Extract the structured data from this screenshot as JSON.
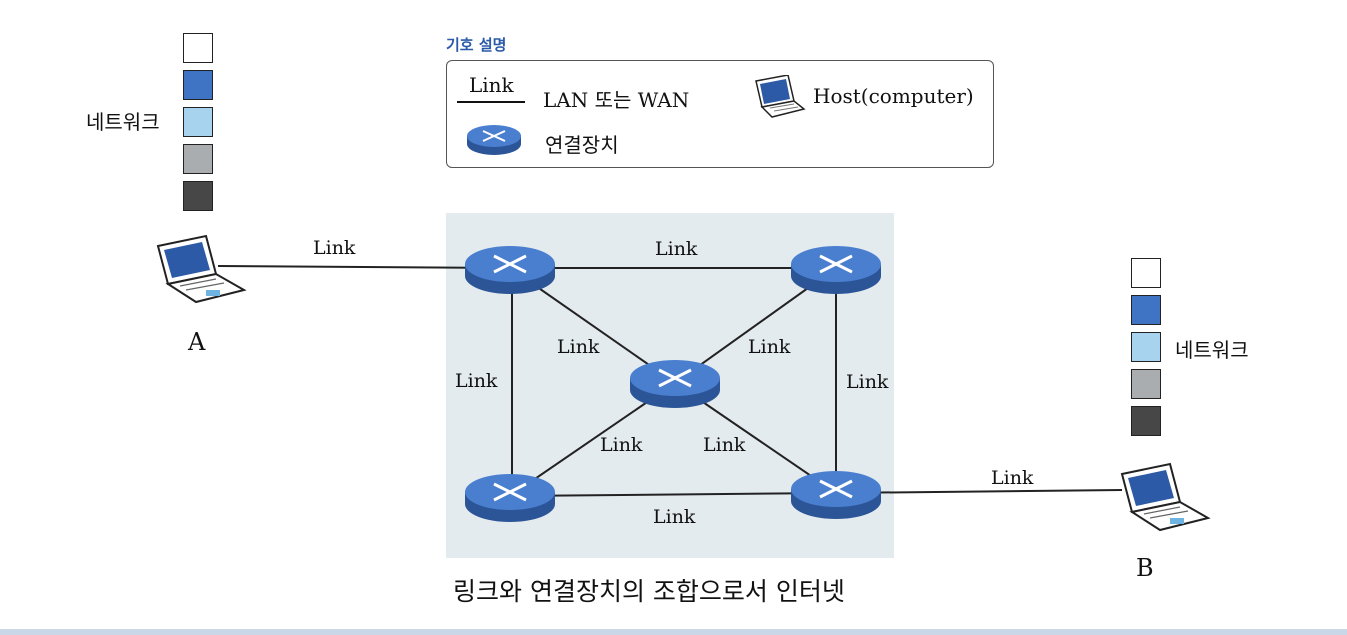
{
  "legend": {
    "title": "기호 설명",
    "link_sample": "Link",
    "link_desc": "LAN 또는 WAN",
    "device_desc": "연결장치",
    "host_desc": "Host(computer)"
  },
  "network_label_left": "네트워크",
  "network_label_right": "네트워크",
  "stack_colors": [
    "#ffffff",
    "#3f73c4",
    "#a8d3ee",
    "#a9adb0",
    "#474747"
  ],
  "hosts": {
    "a": "A",
    "b": "B"
  },
  "links": {
    "a_top_left": "Link",
    "top": "Link",
    "left": "Link",
    "right": "Link",
    "bottom": "Link",
    "diag_top_left": "Link",
    "diag_top_right": "Link",
    "diag_bottom_left": "Link",
    "diag_bottom_right": "Link",
    "b_bottom_right": "Link"
  },
  "caption": "링크와 연결장치의 조합으로서 인터넷"
}
